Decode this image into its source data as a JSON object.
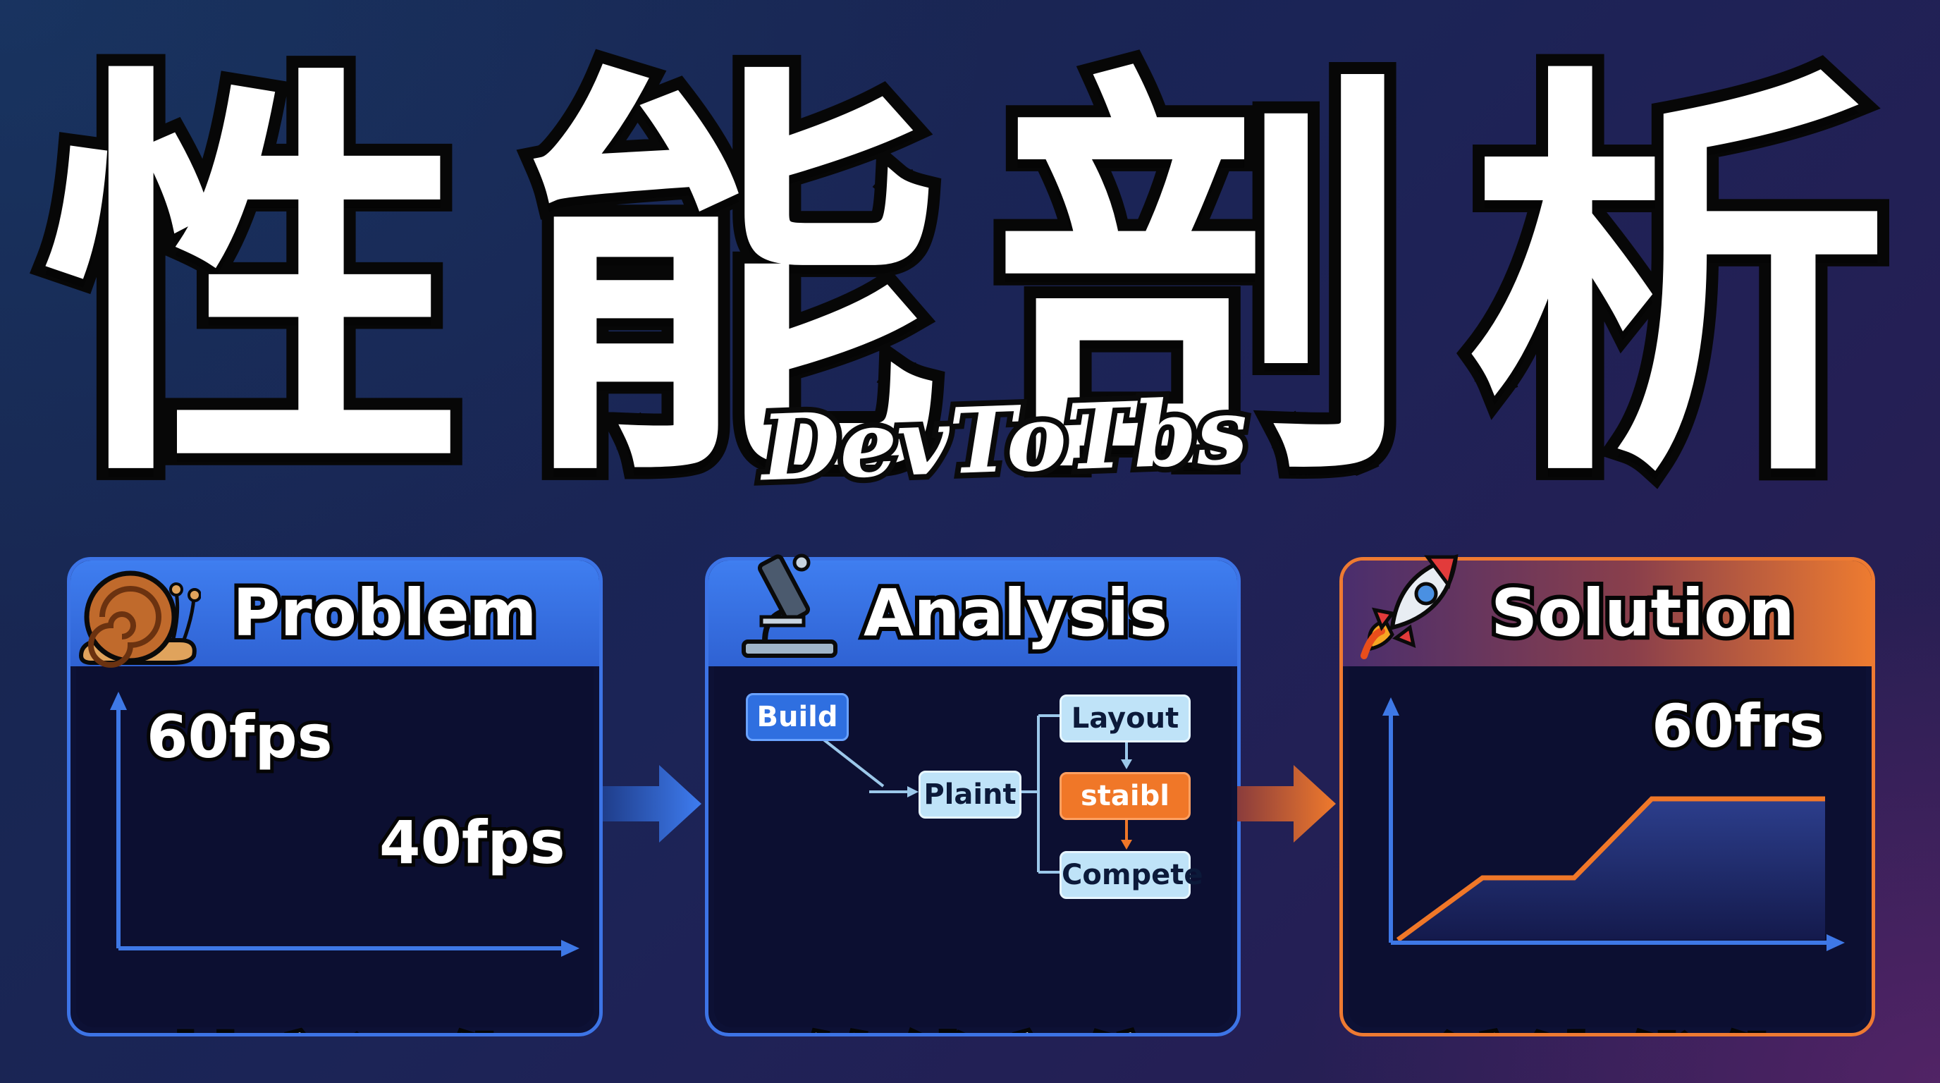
{
  "title": {
    "chars": [
      "性",
      "能",
      "剖",
      "析"
    ],
    "watermark": "DevToTbs"
  },
  "panels": [
    {
      "header": "Problem",
      "icon": "snail-icon",
      "chart_labels": [
        "60fps",
        "40fps"
      ],
      "caption": "帧率退化"
    },
    {
      "header": "Analysis",
      "icon": "microscope-icon",
      "nodes": [
        "Build",
        "Plaint",
        "Layout",
        "staibl",
        "Compete"
      ],
      "caption": "管线定位"
    },
    {
      "header": "Solution",
      "icon": "rocket-icon",
      "chart_label": "60frs",
      "caption": "渲染优化"
    }
  ],
  "colors": {
    "panel_blue": "#3d74e6",
    "panel_orange": "#ee7a32",
    "background": "#1b2456"
  }
}
